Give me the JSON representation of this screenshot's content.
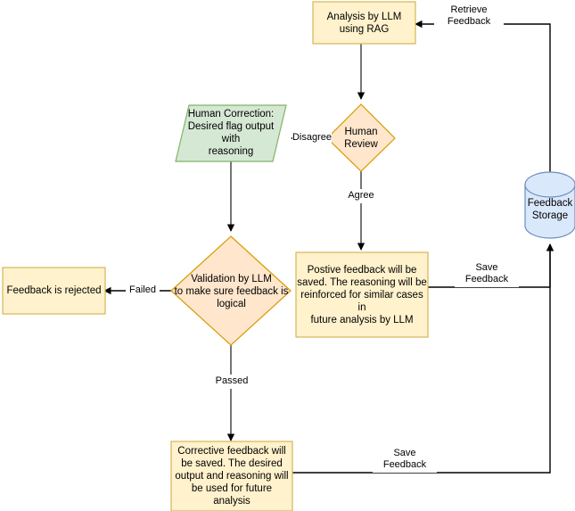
{
  "diagram": {
    "title": "LLM Feedback Loop Flowchart",
    "colors": {
      "yellow_fill": "#fff2cc",
      "yellow_stroke": "#d6b656",
      "orange_fill": "#ffe6cc",
      "orange_stroke": "#d79b00",
      "green_fill": "#d5e8d4",
      "green_stroke": "#82b366",
      "blue_fill": "#dae8fc",
      "blue_stroke": "#6c8ebf",
      "edge_stroke": "#000000",
      "background": "#ffffff"
    },
    "nodes": [
      {
        "id": "analysis",
        "shape": "rectangle",
        "label": "Analysis by LLM\nusing RAG"
      },
      {
        "id": "human_review",
        "shape": "diamond",
        "label": "Human\nReview"
      },
      {
        "id": "human_correction",
        "shape": "parallelogram",
        "label": "Human Correction:\nDesired flag output with\nreasoning"
      },
      {
        "id": "validation",
        "shape": "diamond",
        "label": "Validation by LLM\nto make sure feedback is\nlogical"
      },
      {
        "id": "feedback_rejected",
        "shape": "rectangle",
        "label": "Feedback is rejected"
      },
      {
        "id": "positive_feedback",
        "shape": "rectangle",
        "label": "Postive feedback will be\nsaved. The reasoning will be\nreinforced for similar cases in\nfuture analysis by LLM"
      },
      {
        "id": "corrective_feedback",
        "shape": "rectangle",
        "label": "Corrective feedback will\nbe saved. The desired\noutput and reasoning will\nbe used for future\nanalysis"
      },
      {
        "id": "feedback_storage",
        "shape": "cylinder",
        "label": "Feedback\nStorage"
      }
    ],
    "edges": [
      {
        "id": "retrieve",
        "from": "feedback_storage",
        "to": "analysis",
        "label": "Retrieve\nFeedback"
      },
      {
        "id": "analysis_to_review",
        "from": "analysis",
        "to": "human_review",
        "label": ""
      },
      {
        "id": "disagree",
        "from": "human_review",
        "to": "human_correction",
        "label": "Disagree"
      },
      {
        "id": "agree",
        "from": "human_review",
        "to": "positive_feedback",
        "label": "Agree"
      },
      {
        "id": "correction_to_validation",
        "from": "human_correction",
        "to": "validation",
        "label": ""
      },
      {
        "id": "failed",
        "from": "validation",
        "to": "feedback_rejected",
        "label": "Failed"
      },
      {
        "id": "passed",
        "from": "validation",
        "to": "corrective_feedback",
        "label": "Passed"
      },
      {
        "id": "save_positive",
        "from": "positive_feedback",
        "to": "feedback_storage",
        "label": "Save\nFeedback"
      },
      {
        "id": "save_corrective",
        "from": "corrective_feedback",
        "to": "feedback_storage",
        "label": "Save\nFeedback"
      }
    ]
  }
}
